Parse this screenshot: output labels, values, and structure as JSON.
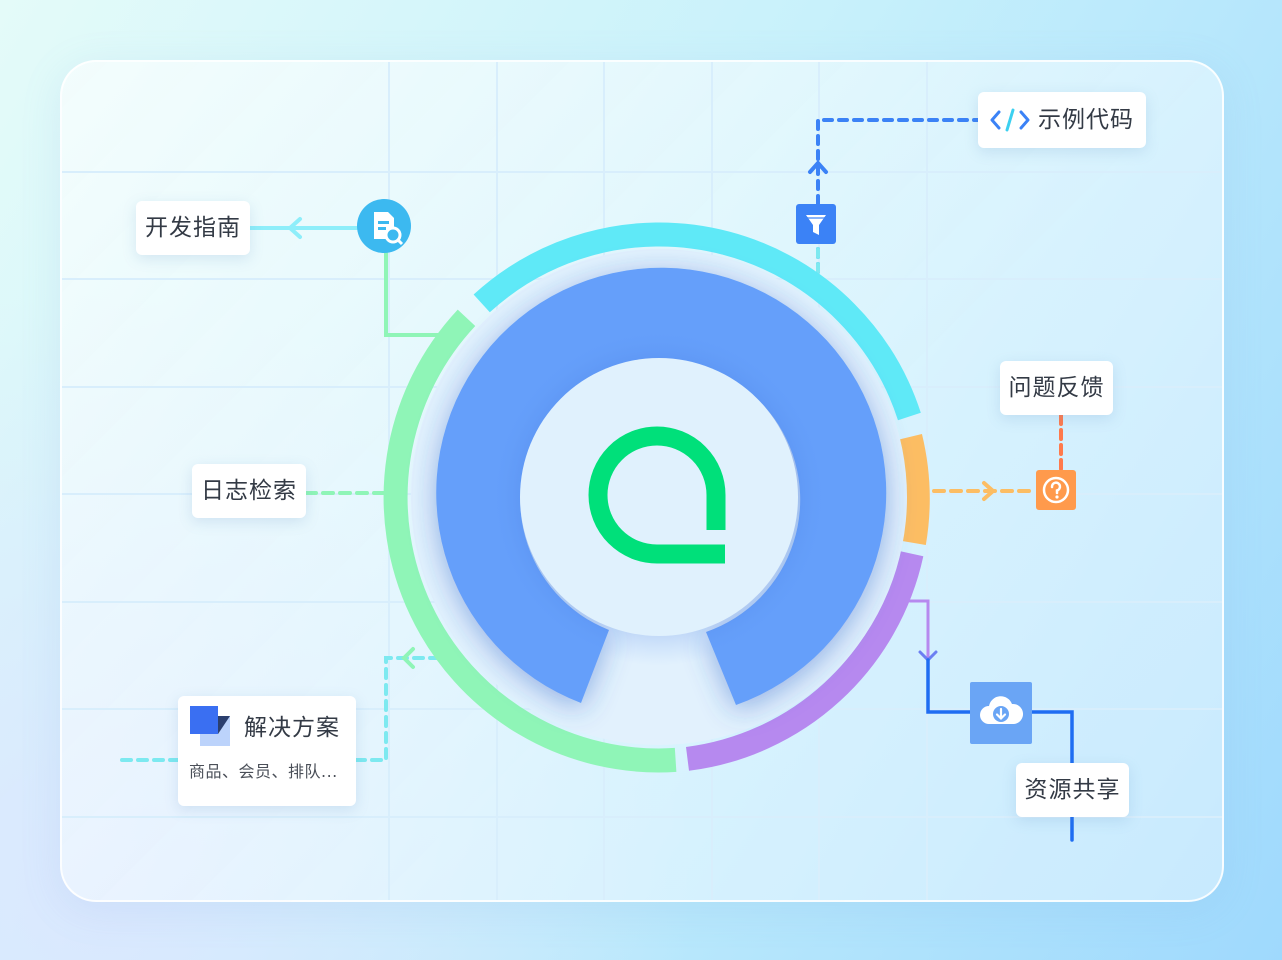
{
  "nodes": {
    "dev_guide": "开发指南",
    "log_search": "日志检索",
    "sample_code": "示例代码",
    "feedback": "问题反馈",
    "resource_share": "资源共享",
    "solutions": {
      "title": "解决方案",
      "subtitle": "商品、会员、排队..."
    }
  },
  "icons": {
    "dev_guide": "document-search-icon",
    "sample_code": "code-brackets-icon",
    "filter": "funnel-icon",
    "feedback": "question-mark-icon",
    "resource_share": "cloud-download-icon",
    "solutions": "stacked-squares-icon",
    "center": "q-logo-icon"
  },
  "colors": {
    "cyan_arc": "#5fe9f7",
    "orange_arc": "#fcbd63",
    "purple_arc": "#b689ef",
    "green_arc": "#8ff5b7",
    "blue_ring": "#659ffa",
    "logo": "#00e07a",
    "blue_accent": "#3b82f6",
    "orange_accent": "#ff8a4c"
  }
}
